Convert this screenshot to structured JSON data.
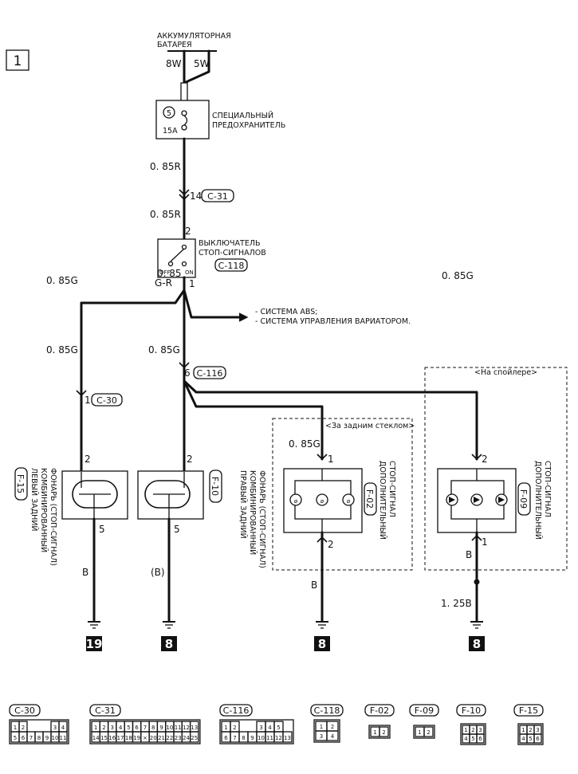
{
  "page_number": "1",
  "battery": {
    "label_line1": "АККУМУЛЯТОРНАЯ",
    "label_line2": "БАТАРЕЯ",
    "wire_left": "8W",
    "wire_right": "5W"
  },
  "fuse": {
    "number": "5",
    "rating": "15A",
    "label_line1": "СПЕЦИАЛЬНЫЙ",
    "label_line2": "ПРЕДОХРАНИТЕЛЬ"
  },
  "wires": {
    "fuse_to_c31": "0. 85R",
    "c31_to_switch": "0. 85R",
    "left_lamp_upper": "0. 85G",
    "left_lamp_lower": "0. 85G",
    "center_to_c116": "0. 85G",
    "right_lamp_line1": "0. 85",
    "right_lamp_line2": "G-R",
    "rear_window_lamp": "0. 85G",
    "spoiler_lamp": "0. 85G",
    "ground_left": "B",
    "ground_right_lamp": "(B)",
    "ground_rear_window": "B",
    "ground_spoiler_upper": "B",
    "ground_spoiler_lower": "1. 25B"
  },
  "connectors": {
    "c31_pin": "14",
    "c31": "C-31",
    "switch_pin_in": "2",
    "switch_pin_out": "1",
    "c118": "C-118",
    "c116_pin": "6",
    "c116": "C-116",
    "c30_pin": "1",
    "c30": "C-30"
  },
  "stop_switch": {
    "label_line1": "ВЫКЛЮЧАТЕЛЬ",
    "label_line2": "СТОП-СИГНАЛОВ",
    "off": "OFF",
    "on": "ON"
  },
  "abs_note": {
    "line1": "- СИСТЕМА ABS;",
    "line2": "- СИСТЕМА УПРАВЛЕНИЯ ВАРИАТОРОМ."
  },
  "lamps": {
    "left": {
      "pin_in": "2",
      "pin_out": "5",
      "connector": "F-15",
      "line1": "ЛЕВЫЙ ЗАДНИЙ",
      "line2": "КОМБИНИРОВАННЫЙ",
      "line3": "ФОНАРЬ (СТОП-СИГНАЛ)"
    },
    "right": {
      "pin_in": "2",
      "pin_out": "5",
      "connector": "F-10",
      "line1": "ПРАВЫЙ ЗАДНИЙ",
      "line2": "КОМБИНИРОВАННЫЙ",
      "line3": "ФОНАРЬ (СТОП-СИГНАЛ)"
    },
    "rear_window": {
      "zone": "<За задним стеклом>",
      "pin_in": "1",
      "pin_out": "2",
      "connector": "F-02",
      "line1": "ДОПОЛНИТЕЛЬНЫЙ",
      "line2": "СТОП-СИГНАЛ"
    },
    "spoiler": {
      "zone": "<На спойлере>",
      "pin_in": "2",
      "pin_out": "1",
      "connector": "F-09",
      "line1": "ДОПОЛНИТЕЛЬНЫЙ",
      "line2": "СТОП-СИГНАЛ"
    }
  },
  "grounds": {
    "left": "19",
    "right": "8",
    "rear_window": "8",
    "spoiler": "8"
  },
  "connector_legend": {
    "c30": {
      "name": "C-30",
      "row1": [
        "1",
        "2",
        "",
        "",
        "",
        "3",
        "4"
      ],
      "row2": [
        "5",
        "6",
        "7",
        "8",
        "9",
        "10",
        "11"
      ]
    },
    "c31": {
      "name": "C-31",
      "row1": [
        "1",
        "2",
        "3",
        "4",
        "5",
        "6",
        "7",
        "8",
        "9",
        "10",
        "11",
        "12",
        "13"
      ],
      "row2": [
        "14",
        "15",
        "16",
        "17",
        "18",
        "19",
        "×",
        "20",
        "21",
        "22",
        "23",
        "24",
        "25"
      ]
    },
    "c116": {
      "name": "C-116",
      "row1": [
        "1",
        "2",
        "",
        "",
        "3",
        "4",
        "5"
      ],
      "row2": [
        "6",
        "7",
        "8",
        "9",
        "10",
        "11",
        "12",
        "13"
      ]
    },
    "c118": {
      "name": "C-118",
      "row1": [
        "1",
        "2"
      ],
      "row2": [
        "3",
        "4"
      ]
    },
    "f02": {
      "name": "F-02",
      "row1": [
        "1",
        "2"
      ]
    },
    "f09": {
      "name": "F-09",
      "row1": [
        "1",
        "2"
      ]
    },
    "f10": {
      "name": "F-10",
      "row1": [
        "1",
        "2",
        "3"
      ],
      "row2": [
        "4",
        "5",
        "6"
      ]
    },
    "f15": {
      "name": "F-15",
      "row1": [
        "1",
        "2",
        "3"
      ],
      "row2": [
        "4",
        "5",
        "6"
      ]
    }
  }
}
